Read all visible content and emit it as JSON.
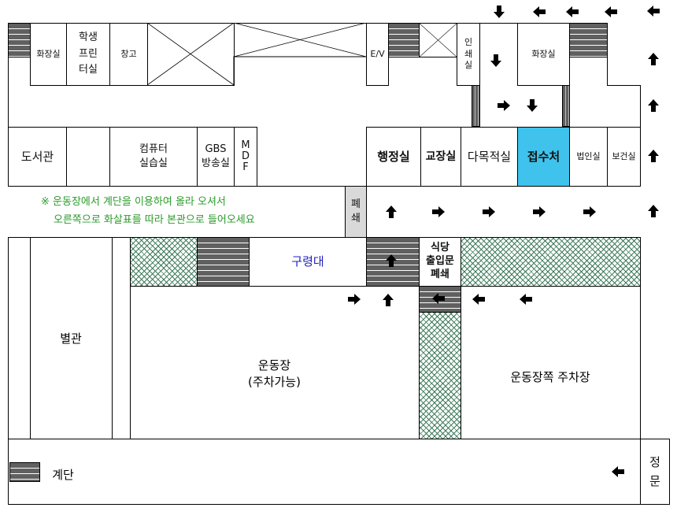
{
  "top_building": {
    "restroom_left": "화장실",
    "student_printer": [
      "학생",
      "프린",
      "터실"
    ],
    "storage": "창고",
    "elevator": "E/V",
    "print_room": [
      "인",
      "쇄",
      "실"
    ],
    "restroom_right": "화장실",
    "library": "도서관",
    "computer_lab": [
      "컴퓨터",
      "실습실"
    ],
    "gbs": [
      "GBS",
      "방송실"
    ],
    "mdf": [
      "M",
      "D",
      "F"
    ],
    "admin_office": "행정실",
    "principal": "교장실",
    "multipurpose": "다목적실",
    "reception": "접수처",
    "corp_office": "법인실",
    "health_room": "보건실"
  },
  "notice": {
    "line1": "※ 운동장에서 계단을 이용하여 올라 오셔서",
    "line2": "오른쪽으로 화살표를 따라 본관으로 들어오세요"
  },
  "closed": [
    "폐",
    "쇄"
  ],
  "lower": {
    "podium": "구령대",
    "cafeteria": [
      "식당",
      "출입문",
      "폐쇄"
    ],
    "annex": "별관",
    "field": "운동장",
    "field_note": "(주차가능)",
    "parking": "운동장쪽 주차장"
  },
  "main_gate": [
    "정",
    "문"
  ],
  "legend": {
    "stairs": "계단"
  },
  "colors": {
    "reception": "#3fc3ec",
    "notice": "#2a9a2a",
    "podium": "#2020c0",
    "hatch": "#3d7a5a",
    "stairs": "#606060"
  }
}
